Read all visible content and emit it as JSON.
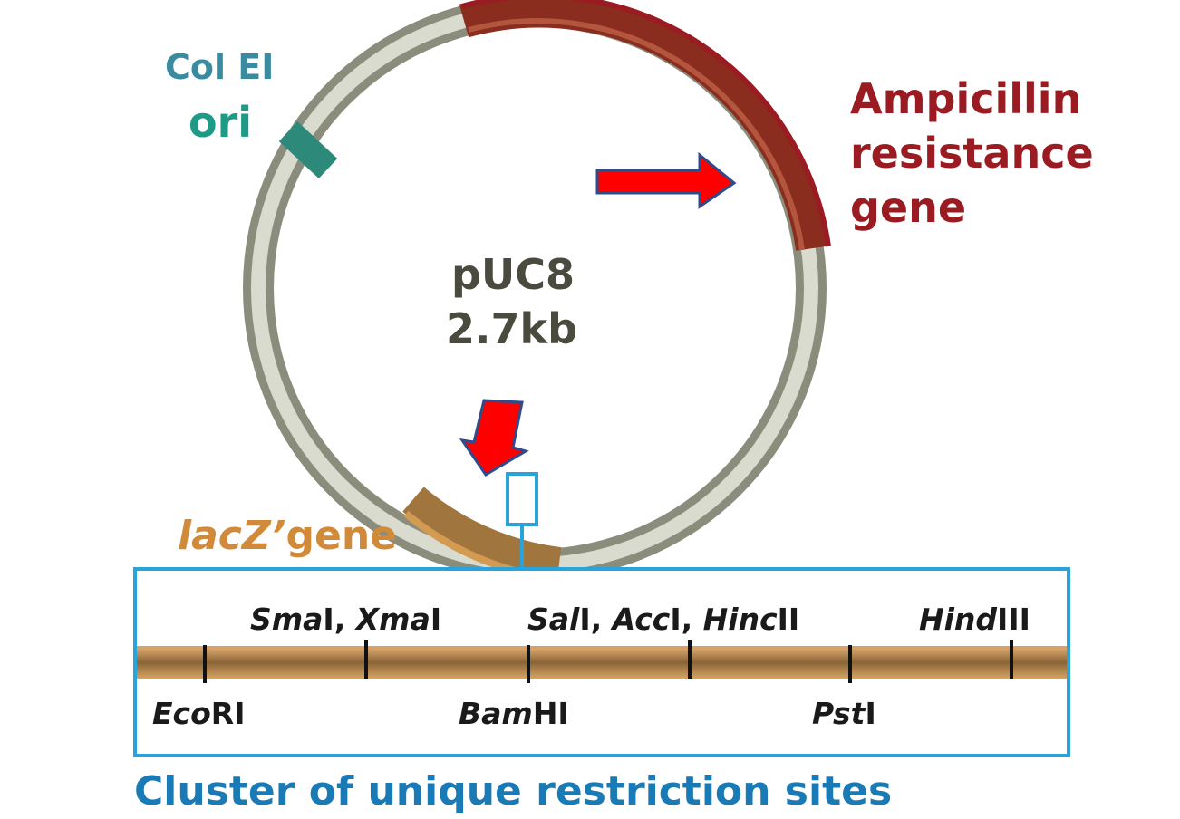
{
  "plasmid": {
    "name": "pUC8",
    "size": "2.7kb"
  },
  "features": {
    "origin": {
      "line1": "Col EI",
      "line2": "ori"
    },
    "ampicillin": {
      "line1": "Ampicillin",
      "line2": "resistance",
      "line3": "gene"
    },
    "lacz": {
      "name_italic": "lacZ’",
      "name_suffix": "gene"
    }
  },
  "restriction_sites": {
    "top": [
      {
        "italic": "Sma",
        "plain": "I, ",
        "italic2": "Xma",
        "plain2": "I"
      },
      {
        "italic": "Sal",
        "plain": "I, ",
        "italic2": "Acc",
        "plain2": "I, ",
        "italic3": "Hinc",
        "plain3": "II"
      },
      {
        "italic": "Hind",
        "plain": "III"
      }
    ],
    "bottom": [
      {
        "italic": "Eco",
        "plain": "RI"
      },
      {
        "italic": "Bam",
        "plain": "HI"
      },
      {
        "italic": "Pst",
        "plain": "I"
      }
    ]
  },
  "cluster_caption": "Cluster of unique restriction sites",
  "colors": {
    "backbone": "#b9bcae",
    "ampicillin": "#8e2a1e",
    "ampicillin_label": "#9b1b22",
    "lacz": "#c98a3c",
    "lacz_label": "#d08a3a",
    "origin": "#2a8a7a",
    "origin_label_1": "#3a8aa0",
    "origin_label_2": "#1f9a86",
    "plasmid_label": "#4a4a3e",
    "box": "#29a3dc",
    "caption": "#1a7ab5",
    "arrow": "#ff0000",
    "arrow_outline": "#2e4c8c"
  }
}
